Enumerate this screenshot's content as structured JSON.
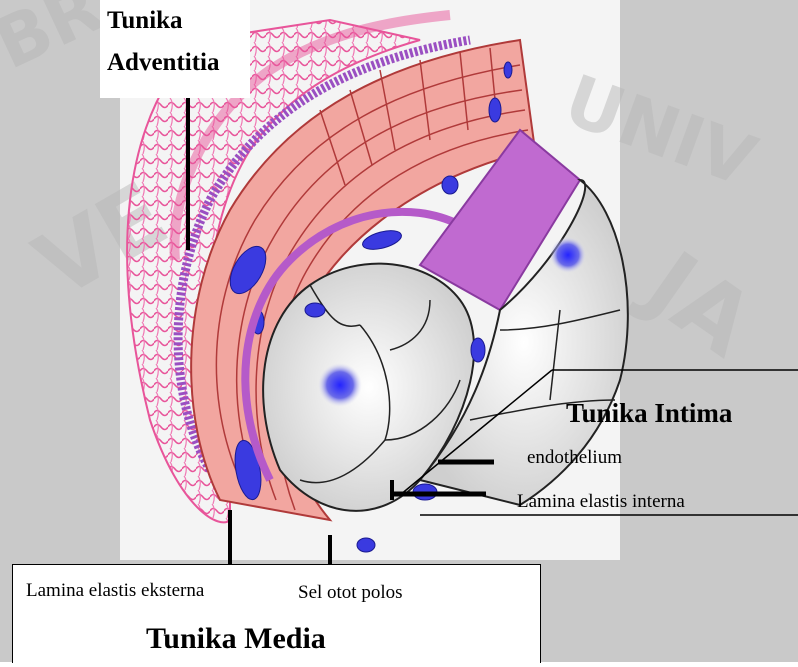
{
  "labels": {
    "adventitia_line1": "Tunika",
    "adventitia_line2": "Adventitia",
    "intima": "Tunika Intima",
    "endothelium": "endothelium",
    "lamina_interna": "Lamina elastis interna",
    "lamina_eksterna": "Lamina elastis eksterna",
    "sel_otot": "Sel otot polos",
    "media": "Tunika Media"
  },
  "colors": {
    "background_gray": "#c9c9c9",
    "adventitia_pink": "#e8559a",
    "media_salmon": "#f2a6a0",
    "media_stroke": "#b03a3a",
    "intima_magenta": "#b55ac9",
    "lumen_gray": "#e6e6e6",
    "nucleus_blue": "#3a3ae0"
  }
}
